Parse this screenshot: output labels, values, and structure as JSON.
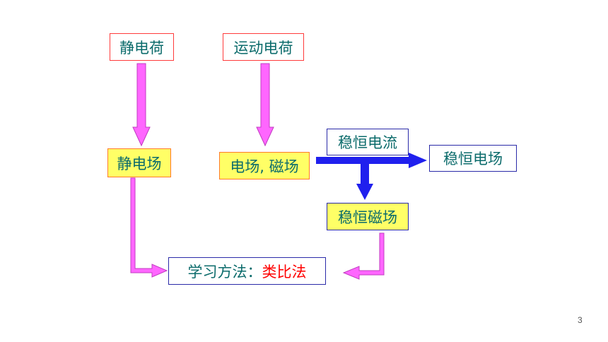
{
  "nodes": {
    "static_charge": "静电荷",
    "moving_charge": "运动电荷",
    "static_field": "静电场",
    "em_field": "电场, 磁场",
    "steady_current": "稳恒电流",
    "steady_e_field": "稳恒电场",
    "steady_m_field": "稳恒磁场",
    "method_prefix": "学习方法：",
    "method_value": "类比法"
  },
  "page_number": "3",
  "colors": {
    "node_text": "#0b6b6b",
    "highlight_text": "#ff0000",
    "pink_arrow": "#ff66ff",
    "blue_arrow": "#2020ee",
    "yellow_fill": "#ffff66"
  }
}
